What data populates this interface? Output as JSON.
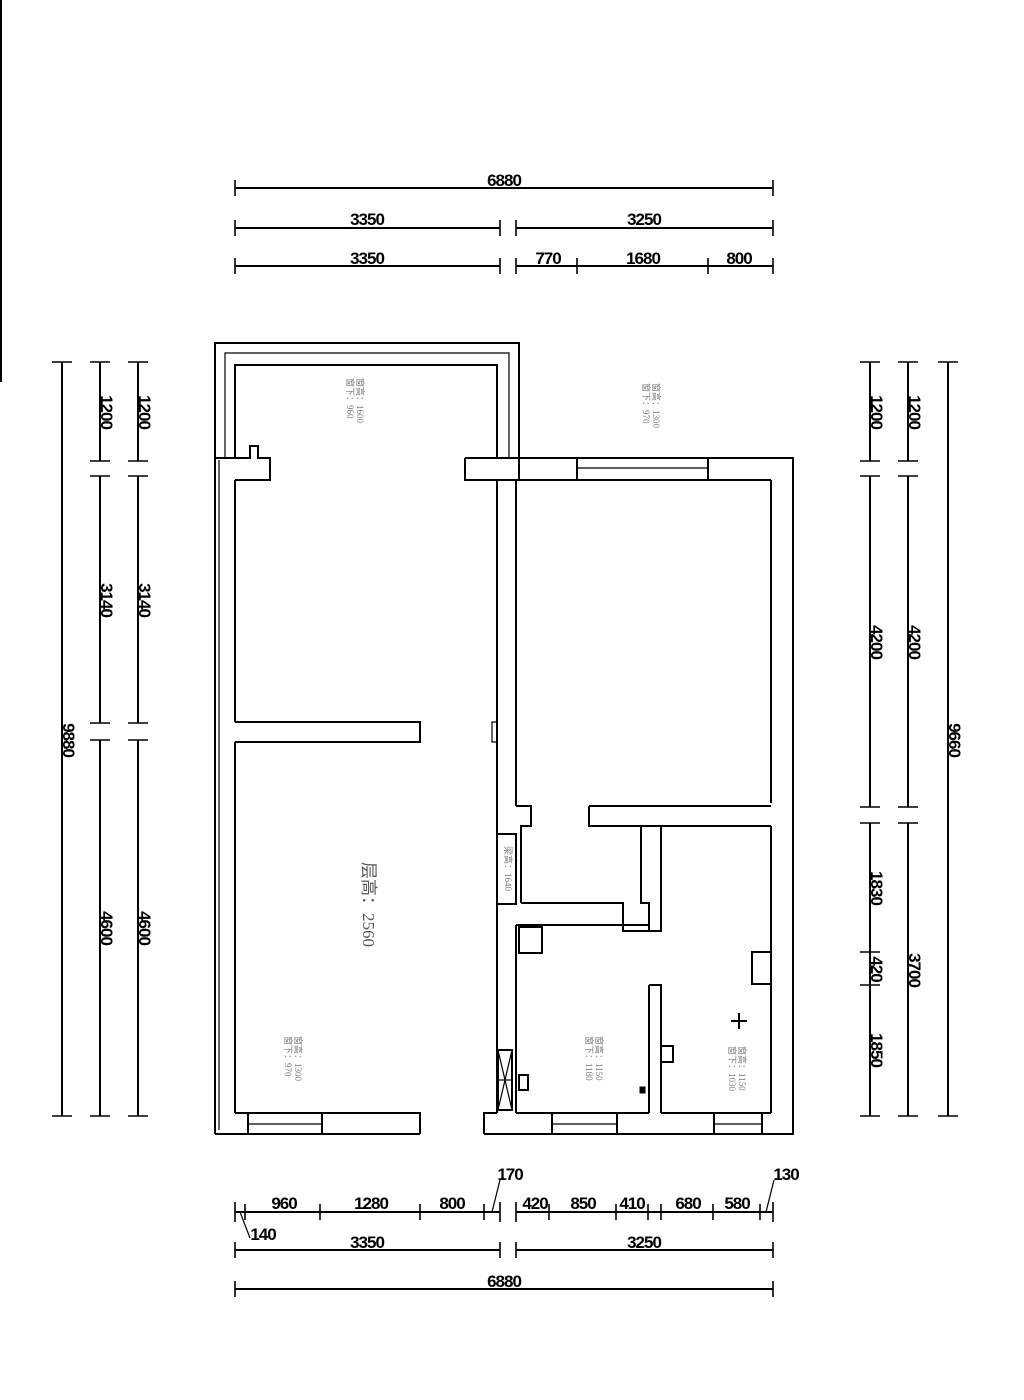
{
  "top_dimensions": {
    "total": "6880",
    "row2": [
      "3350",
      "3250"
    ],
    "row3": [
      "3350",
      "770",
      "1680",
      "800"
    ]
  },
  "bottom_dimensions": {
    "segments": [
      "960",
      "1280",
      "800",
      "170",
      "420",
      "850",
      "410",
      "680",
      "580",
      "130"
    ],
    "offset": "140",
    "row2": [
      "3350",
      "3250"
    ],
    "total": "6880"
  },
  "left_dimensions": {
    "total": "9880",
    "col2": [
      "1200",
      "3140",
      "4600"
    ],
    "col3": [
      "1200",
      "3140",
      "4600"
    ]
  },
  "right_dimensions": {
    "total": "9660",
    "col1": [
      "1200",
      "4200",
      "1830",
      "420",
      "1850"
    ],
    "col2": [
      "1200",
      "4200",
      "3700"
    ]
  },
  "ceiling_height": "层高：2560",
  "window_notes": {
    "balcony": [
      "窗高：1600",
      "窗下：960"
    ],
    "bedroom": [
      "窗高：1300",
      "窗下：970"
    ],
    "living_bottom": [
      "窗高：1300",
      "窗下：970"
    ],
    "kitchen": [
      "窗高：1150",
      "窗下：1180"
    ],
    "bath": [
      "窗高：1150",
      "窗下：1030"
    ],
    "door": "梁高：1640"
  }
}
